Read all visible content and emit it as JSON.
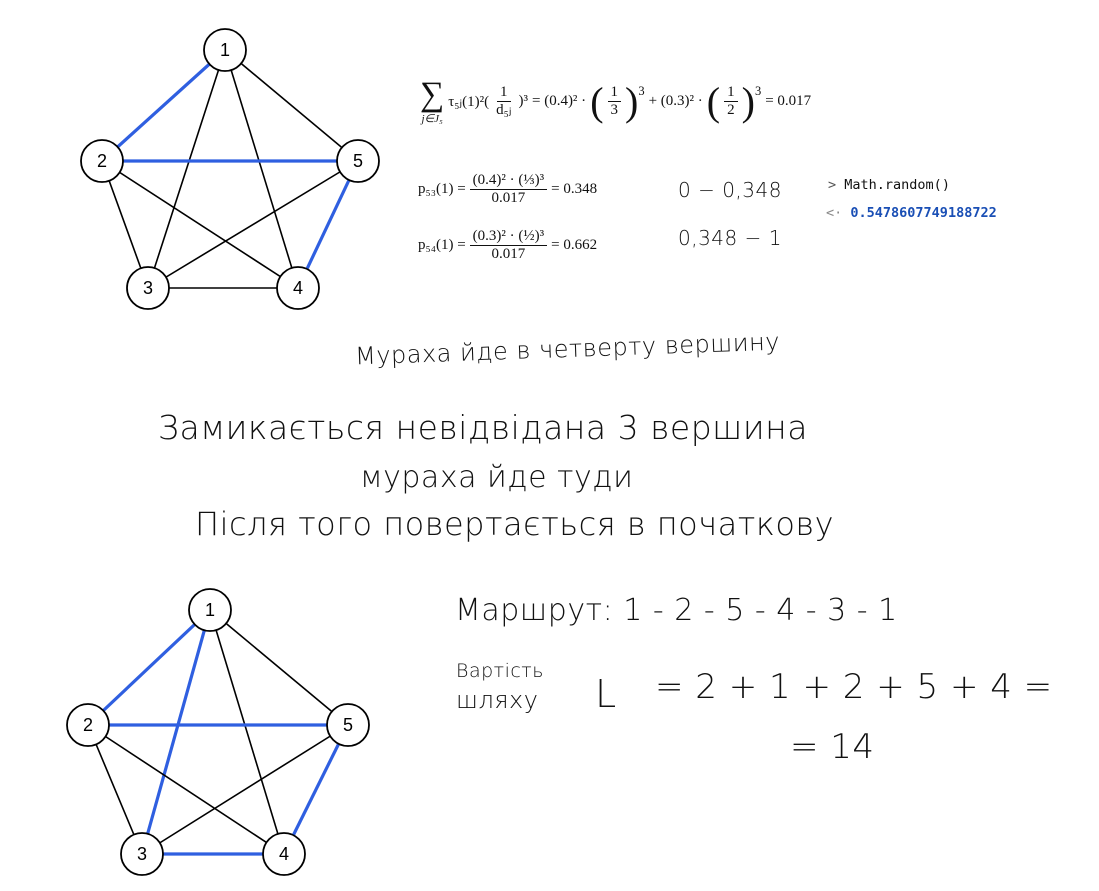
{
  "graph_top": {
    "nodes": [
      "1",
      "2",
      "3",
      "4",
      "5"
    ],
    "highlighted_edges": [
      [
        "1",
        "2"
      ],
      [
        "2",
        "5"
      ],
      [
        "5",
        "4"
      ]
    ],
    "edge_color": "#2f5fe0"
  },
  "graph_bottom": {
    "nodes": [
      "1",
      "2",
      "3",
      "4",
      "5"
    ],
    "highlighted_edges": [
      [
        "1",
        "2"
      ],
      [
        "2",
        "5"
      ],
      [
        "5",
        "4"
      ],
      [
        "4",
        "3"
      ],
      [
        "3",
        "1"
      ]
    ],
    "edge_color": "#2f5fe0"
  },
  "formula_sum": {
    "lhs_sub": "j∈J₅",
    "lhs_term": "τ₅ⱼ(1)²(",
    "lhs_frac_num": "1",
    "lhs_frac_den": "d₅ⱼ",
    "lhs_close": ")³",
    "eq1": "= (0.4)² ·",
    "frac1_num": "1",
    "frac1_den": "3",
    "exp1": "3",
    "plus": "+ (0.3)² ·",
    "frac2_num": "1",
    "frac2_den": "2",
    "exp2": "3",
    "result": "= 0.017"
  },
  "formula_p53": {
    "lhs": "p₅₃(1) =",
    "num": "(0.4)² · (⅓)³",
    "den": "0.017",
    "result": "= 0.348"
  },
  "formula_p54": {
    "lhs": "p₅₄(1) =",
    "num": "(0.3)² · (½)³",
    "den": "0.017",
    "result": "= 0.662"
  },
  "interval1": "0 − 0,348",
  "interval2": "0,348 − 1",
  "console": {
    "prompt_symbol": ">",
    "command": "Math.random()",
    "result_symbol": "<·",
    "result": "0.5478607749188722"
  },
  "handwriting": {
    "line1": "Мураха йде в четверту вершину",
    "line2": "Замикається невідвідана 3 вершина",
    "line3": "мураха йде туди",
    "line4": "Після того повертається в початкову",
    "route_label": "Маршрут:",
    "route": "1 - 2 - 5 - 4 - 3 - 1",
    "cost_label_1": "Вартість",
    "cost_label_2": "шляху",
    "cost_var": "L",
    "cost_expr": "= 2 + 1 + 2 + 5 + 4 =",
    "cost_result": "= 14"
  }
}
